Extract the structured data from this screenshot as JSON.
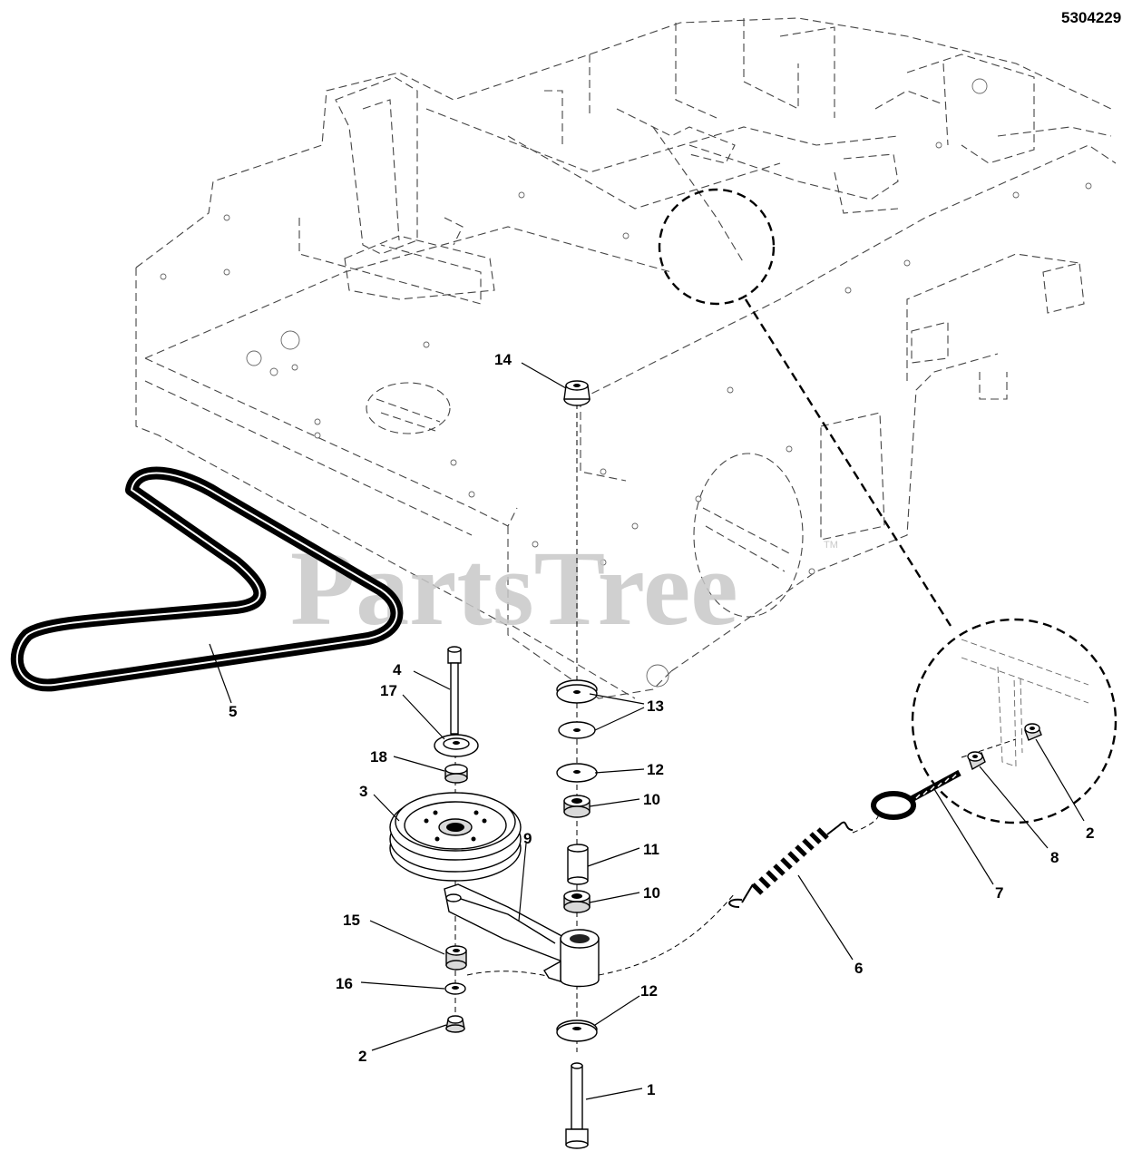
{
  "document_id": "5304229",
  "watermark": {
    "text": "PartsTree",
    "trademark": "TM"
  },
  "callouts": [
    {
      "id": "c1",
      "text": "1"
    },
    {
      "id": "c2a",
      "text": "2"
    },
    {
      "id": "c2b",
      "text": "2"
    },
    {
      "id": "c3",
      "text": "3"
    },
    {
      "id": "c4",
      "text": "4"
    },
    {
      "id": "c5",
      "text": "5"
    },
    {
      "id": "c6",
      "text": "6"
    },
    {
      "id": "c7",
      "text": "7"
    },
    {
      "id": "c8",
      "text": "8"
    },
    {
      "id": "c9",
      "text": "9"
    },
    {
      "id": "c10a",
      "text": "10"
    },
    {
      "id": "c10b",
      "text": "10"
    },
    {
      "id": "c11",
      "text": "11"
    },
    {
      "id": "c12a",
      "text": "12"
    },
    {
      "id": "c12b",
      "text": "12"
    },
    {
      "id": "c13",
      "text": "13"
    },
    {
      "id": "c14",
      "text": "14"
    },
    {
      "id": "c15",
      "text": "15"
    },
    {
      "id": "c16",
      "text": "16"
    },
    {
      "id": "c17",
      "text": "17"
    },
    {
      "id": "c18",
      "text": "18"
    }
  ]
}
